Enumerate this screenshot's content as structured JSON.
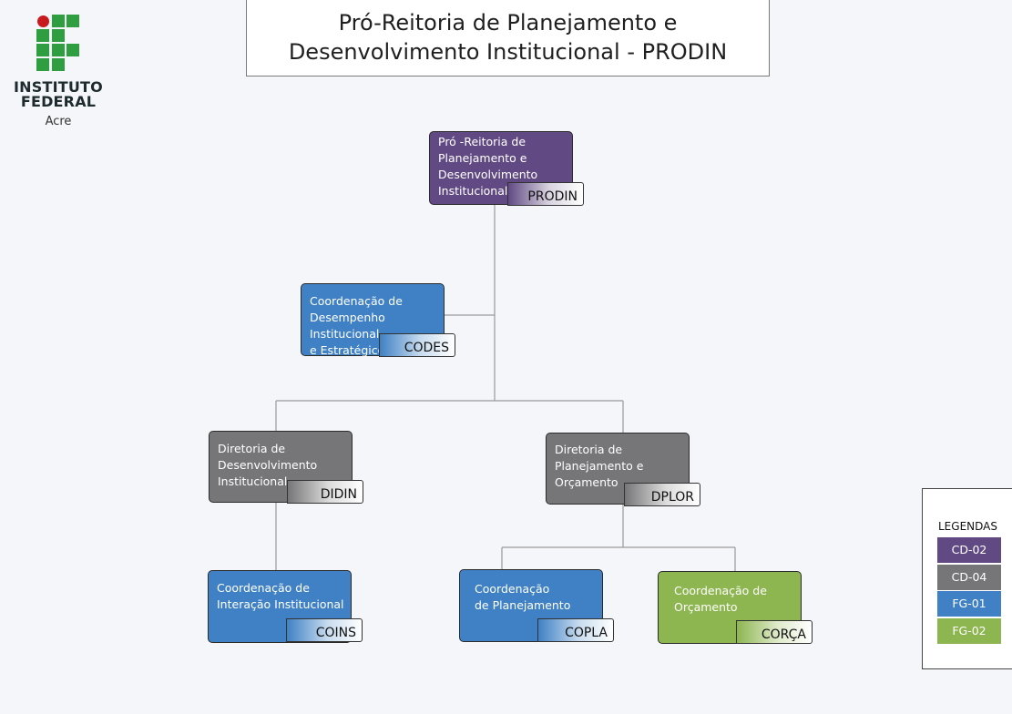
{
  "logo": {
    "line1": "INSTITUTO",
    "line2": "FEDERAL",
    "line3": "Acre"
  },
  "header": {
    "line1": "Pró-Reitoria de Planejamento e",
    "line2": "Desenvolvimento Institucional - PRODIN"
  },
  "nodes": {
    "prodin": {
      "lines": [
        "Pró -Reitoria de",
        "Planejamento e",
        "Desenvolvimento",
        "Institucional"
      ],
      "code": "PRODIN",
      "level": "CD-02"
    },
    "codes": {
      "lines": [
        "Coordenação de",
        "Desempenho Institucional",
        "e Estratégico"
      ],
      "code": "CODES",
      "level": "FG-01"
    },
    "didin": {
      "lines": [
        "Diretoria de",
        "Desenvolvimento",
        "Institucional"
      ],
      "code": "DIDIN",
      "level": "CD-04"
    },
    "dplor": {
      "lines": [
        "Diretoria de",
        "Planejamento e",
        "Orçamento"
      ],
      "code": "DPLOR",
      "level": "CD-04"
    },
    "coins": {
      "lines": [
        "Coordenação de",
        "Interação Institucional"
      ],
      "code": "COINS",
      "level": "FG-01"
    },
    "copla": {
      "lines": [
        "Coordenação",
        "de Planejamento"
      ],
      "code": "COPLA",
      "level": "FG-01"
    },
    "corca": {
      "lines": [
        "Coordenação de",
        "Orçamento"
      ],
      "code": "CORÇA",
      "level": "FG-02"
    }
  },
  "legend": {
    "title": "LEGENDAS",
    "items": [
      {
        "label": "CD-02",
        "color": "#614a84"
      },
      {
        "label": "CD-04",
        "color": "#767678"
      },
      {
        "label": "FG-01",
        "color": "#3f81c4"
      },
      {
        "label": "FG-02",
        "color": "#8db651"
      }
    ]
  }
}
